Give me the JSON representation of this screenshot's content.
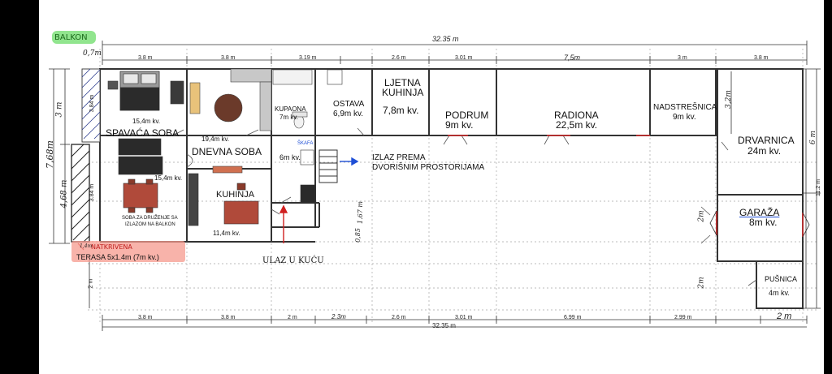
{
  "annotations": {
    "balkon": "BALKON",
    "balkon_width": "0,7m",
    "natkrivena": "NATKRIVENA",
    "terasa": "TERASA 5x1.4m (7m kv.)",
    "terasa_width": "1,4m",
    "ulaz": "ULAZ U KUĆU",
    "izlaz_line1": "IZLAZ PREMA",
    "izlaz_line2": "DVORIŠNIM PROSTORIJAMA",
    "stairs_note": "6m kv.",
    "stair_mark": "ŠKAFA",
    "soba_druzenje_line1": "SOBA ZA DRUŽENJE SA",
    "soba_druzenje_line2": "IZLAZOM NA BALKON"
  },
  "rooms": {
    "spavaca_area": "15,4m kv.",
    "spavaca_name": "SPAVAĆA SOBA",
    "dnevna_area": "19,4m kv.",
    "dnevna_name": "DNEVNA SOBA",
    "druzenje_area": "15,4m kv.",
    "kuhinja_name": "KUHINJA",
    "kuhinja_area": "11,4m kv.",
    "kupaona_name": "KUPAONA",
    "kupaona_area": "7m kv.",
    "ostava_name": "OSTAVA",
    "ostava_area": "6,9m kv.",
    "ljetna_line1": "LJETNA",
    "ljetna_line2": "KUHINJA",
    "ljetna_area": "7,8m kv.",
    "podrum_name": "PODRUM",
    "podrum_area": "9m kv.",
    "radiona_name": "RADIONA",
    "radiona_area": "22,5m kv.",
    "nadstresnica_name": "NADSTREŠNICA",
    "nadstresnica_area": "9m kv.",
    "drvarnica_name": "DRVARNICA",
    "drvarnica_area": "24m kv.",
    "garaza_name": "GARAŽA",
    "garaza_area": "8m kv.",
    "pusnica_name": "PUŠNICA",
    "pusnica_area": "4m kv."
  },
  "dimensions": {
    "total_top": "32.35 m",
    "total_bottom": "32.35 m",
    "top": [
      "3.8 m",
      "3.8 m",
      "3.19 m",
      "2.6 m",
      "3.01 m",
      "7,5m",
      "3 m",
      "3.8 m"
    ],
    "bottom": [
      "3.8 m",
      "3.8 m",
      "2 m",
      "2.3m",
      "2.6 m",
      "3.01 m",
      "6.99 m",
      "2.99 m",
      "2 m"
    ],
    "left_total": "7,68m",
    "left_upper": "3 m",
    "left_lower": "4,68 m",
    "left_inner_upper": "3.84 m",
    "left_inner_lower": "3.84 m",
    "left_bottom": "2 m",
    "right_total": "11.2 m",
    "right_upper": "6 m",
    "drvarnica_height": "3,2m",
    "garaza_left": "2m",
    "pusnica_left": "2m",
    "entry_a": "1.67 m",
    "entry_b": "0,85"
  },
  "colors": {
    "wall": "#333333",
    "grid": "#9a9a9a",
    "balkon_highlight": "#7ee07a",
    "terasa_highlight": "#f59a8e",
    "arrow_blue": "#1f4fd6",
    "arrow_red": "#d02020",
    "door_red": "#b03030",
    "sofa": "#c8c8c8",
    "bed_dark": "#2a2a2a",
    "table": "#b04a3a",
    "wood": "#6b3a2a"
  }
}
